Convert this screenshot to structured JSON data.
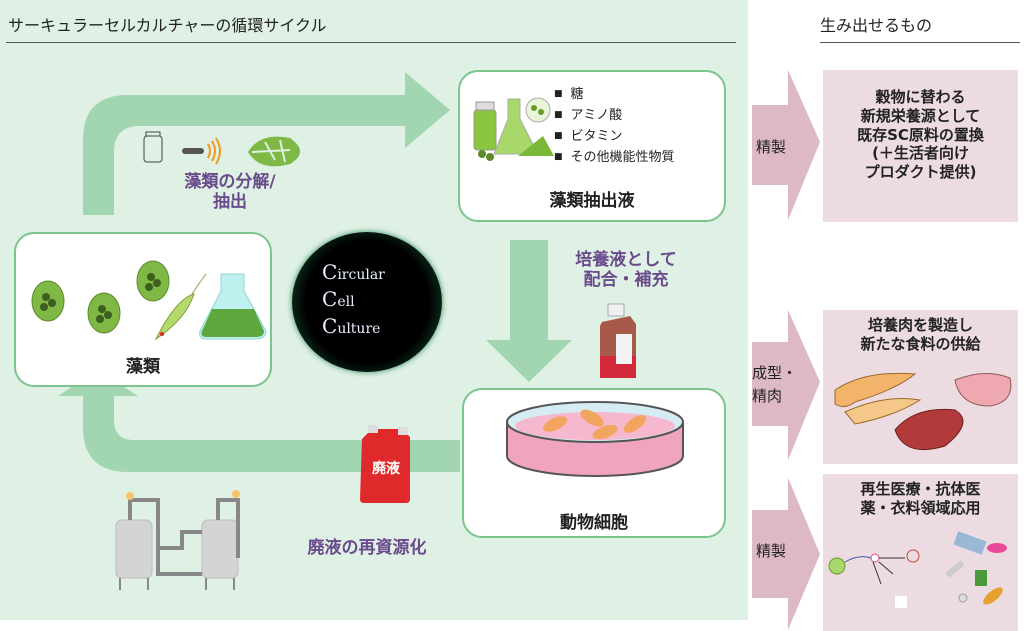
{
  "header": {
    "cycle_title": "サーキュラーセルカルチャーの循環サイクル",
    "output_title": "生み出せるもの"
  },
  "nodes": {
    "algae": {
      "label": "藻類"
    },
    "extract": {
      "label": "藻類抽出液",
      "items": [
        "糖",
        "アミノ酸",
        "ビタミン",
        "その他機能性物質"
      ]
    },
    "animal_cells": {
      "label": "動物細胞"
    }
  },
  "process_labels": {
    "decompose": [
      "藻類の分解/",
      "抽出"
    ],
    "culture": [
      "培養液として",
      "配合・補充"
    ],
    "recycle": "廃液の再資源化",
    "waste_tank": "廃液"
  },
  "logo": {
    "lines": [
      "C",
      "ircular",
      "C",
      "ell",
      "C",
      "ulture"
    ]
  },
  "outputs": [
    {
      "arrow_label": [
        "精製"
      ],
      "text": [
        "穀物に替わる",
        "新規栄養源として",
        "既存SC原料の置換",
        "(＋生活者向け",
        "プロダクト提供)"
      ]
    },
    {
      "arrow_label": [
        "成型・",
        "精肉"
      ],
      "text": [
        "培養肉を製造し",
        "新たな食料の供給"
      ]
    },
    {
      "arrow_label": [
        "精製"
      ],
      "text": [
        "再生医療・抗体医",
        "薬・衣料領域応用"
      ]
    }
  ],
  "colors": {
    "panel_bg": "#dff0e4",
    "flow_arrow": "#a2d6b0",
    "box_border": "#7cc48e",
    "process_text": "#6a4c8c",
    "output_arrow": "#dcb9c3",
    "output_box": "#ecdce1"
  }
}
